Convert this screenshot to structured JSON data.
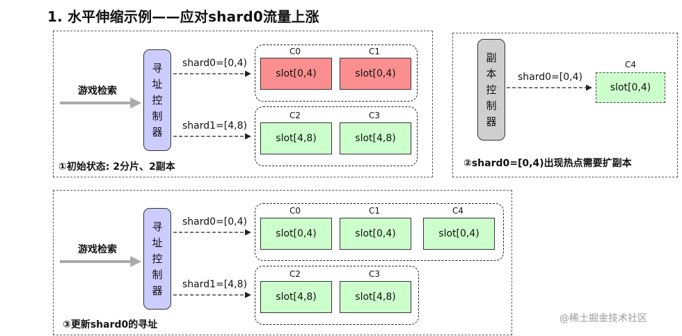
{
  "title": "1. 水平伸缩示例——应对shard0流量上涨",
  "search_label": "游戏检索",
  "router_label": [
    "寻",
    "址",
    "控",
    "制",
    "器"
  ],
  "replica_router_label": [
    "副",
    "本",
    "控",
    "制",
    "器"
  ],
  "panel1": {
    "shard0": "shard0=[0,4)",
    "shard1": "shard1=[4,8)",
    "labels": [
      "C0",
      "C1",
      "C2",
      "C3"
    ],
    "slots": [
      "slot[0,4)",
      "slot[0,4)",
      "slot[4,8)",
      "slot[4,8)"
    ],
    "caption": "①初始状态: 2分片、2副本"
  },
  "panel2": {
    "shard0": "shard0=[0,4)",
    "label": "C4",
    "slot": "slot[0,4)",
    "caption": "②shard0=[0,4)出现热点需要扩副本"
  },
  "panel3": {
    "shard0": "shard0=[0,4)",
    "shard1": "shard1=[4,8)",
    "labels": [
      "C0",
      "C1",
      "C4",
      "C2",
      "C3"
    ],
    "slots": [
      "slot[0,4)",
      "slot[0,4)",
      "slot[0,4)",
      "slot[4,8)",
      "slot[4,8)"
    ],
    "caption": "③更新shard0的寻址"
  },
  "watermark": "@稀土掘金技术社区",
  "colors": {
    "hot": "#fb8f8f",
    "normal": "#ccffcc",
    "router": "#ccccff",
    "replica_router": "#cfcfcf"
  }
}
